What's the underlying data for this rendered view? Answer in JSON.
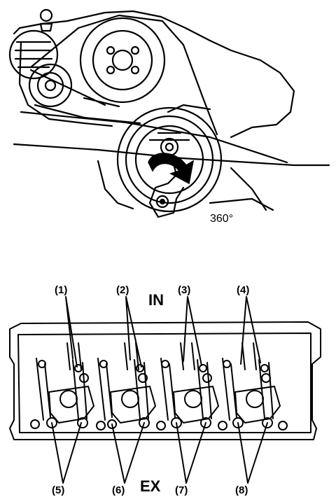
{
  "top_figure": {
    "rotation_label": "360°"
  },
  "bottom_figure": {
    "intake_label": "IN",
    "exhaust_label": "EX",
    "intake_callouts": [
      "(1)",
      "(2)",
      "(3)",
      "(4)"
    ],
    "exhaust_callouts": [
      "(5)",
      "(6)",
      "(7)",
      "(8)"
    ]
  }
}
